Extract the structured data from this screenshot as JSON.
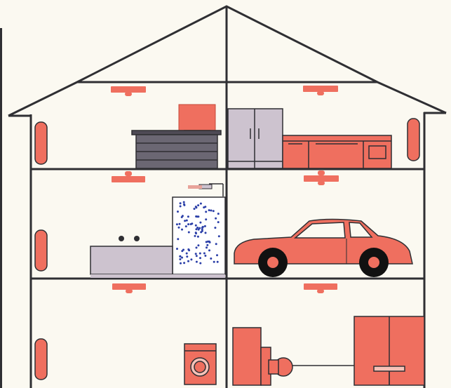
{
  "figure": {
    "colors": {
      "background": "#fbf9f1",
      "wall": "#2f2f33",
      "accent_red": "#ef6f5f",
      "furniture_gray": "#6b6773",
      "cabinet_lilac": "#cdc3cf",
      "steam_dots": "#2b3fa8",
      "tire_black": "#111111"
    },
    "rooms": [
      {
        "name": "attic-left",
        "contents": [
          "ceiling-heater"
        ]
      },
      {
        "name": "attic-right",
        "contents": [
          "ceiling-heater"
        ]
      },
      {
        "name": "living-room",
        "contents": [
          "tv",
          "tv-cabinet",
          "wall-radiator",
          "ceiling-heater"
        ]
      },
      {
        "name": "kitchen",
        "contents": [
          "refrigerator",
          "kitchen-counter",
          "oven",
          "wall-radiator",
          "ceiling-heater"
        ]
      },
      {
        "name": "bathroom",
        "contents": [
          "bathtub",
          "shower-steam",
          "shower-head",
          "wall-radiator",
          "ceiling-heater"
        ]
      },
      {
        "name": "garage",
        "contents": [
          "car"
        ]
      },
      {
        "name": "basement-left",
        "contents": [
          "washing-machine",
          "wall-radiator"
        ]
      },
      {
        "name": "basement-right",
        "contents": [
          "boiler",
          "pump",
          "water-tank"
        ]
      }
    ]
  }
}
